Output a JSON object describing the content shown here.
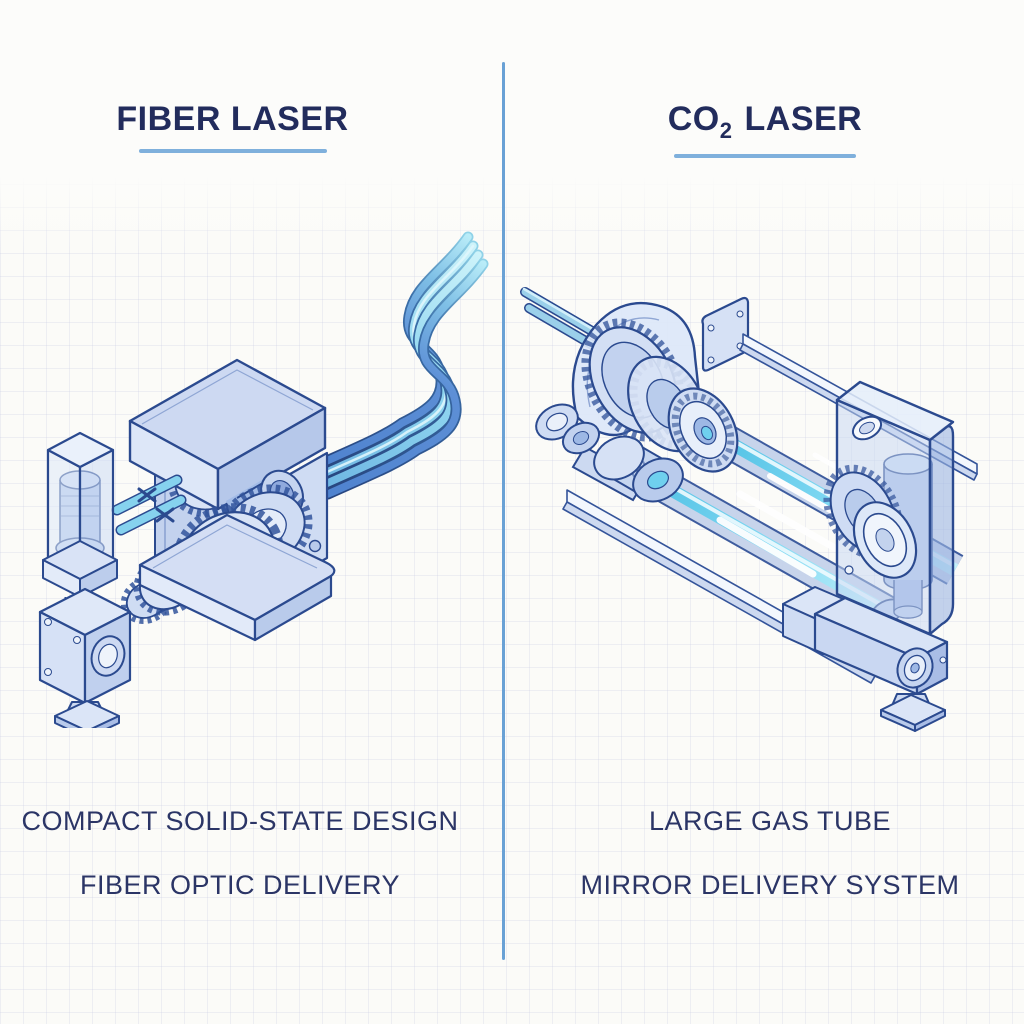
{
  "left_panel": {
    "title": "FIBER LASER",
    "caption_1": "COMPACT SOLID-STATE DESIGN",
    "caption_2": "FIBER OPTIC DELIVERY"
  },
  "right_panel": {
    "title_main": "CO",
    "title_sub": "2",
    "title_rest": "LASER",
    "caption_1": "LARGE GAS TUBE",
    "caption_2": "MIRROR DELIVERY SYSTEM"
  },
  "style": {
    "background": "#fbfbf8",
    "grid_line": "#c8ccE4",
    "divider": "#69a1d5",
    "title_underline": "#7fb0dc",
    "title_color": "#222c5c",
    "caption_color": "#2b3566",
    "machine_fill_light": "#dce7f8",
    "machine_fill_mid": "#b9cbeb",
    "machine_outline": "#2b4a8f",
    "beam_cyan": "#6fd0ee",
    "cable_blue": "#5d8fd6"
  }
}
